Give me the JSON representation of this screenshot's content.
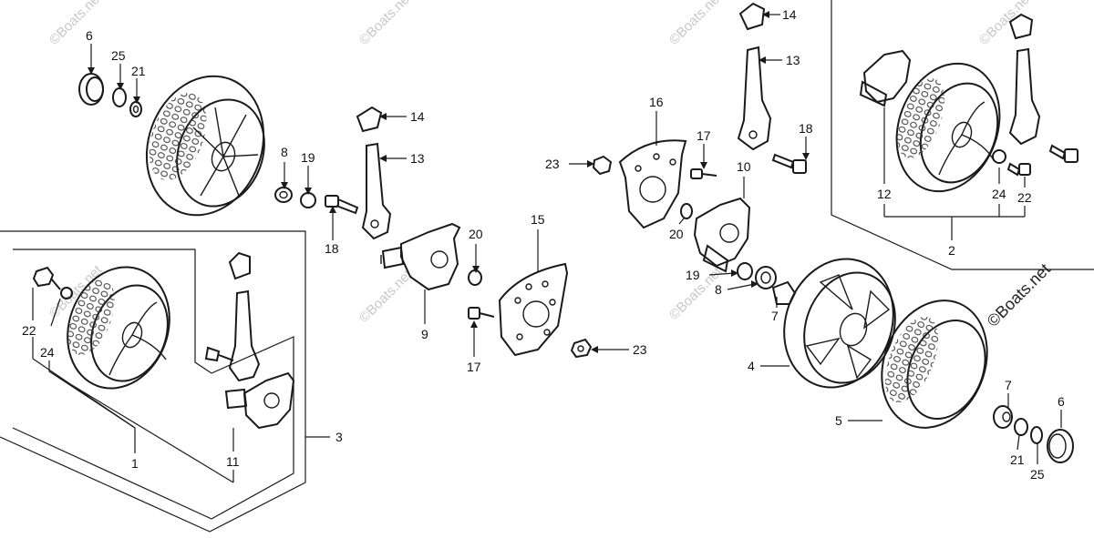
{
  "watermark": "©Boats.net",
  "callouts": {
    "n1": "1",
    "n2": "2",
    "n3": "3",
    "n4": "4",
    "n5": "5",
    "n6": "6",
    "n7": "7",
    "n8": "8",
    "n9": "9",
    "n10": "10",
    "n11": "11",
    "n12": "12",
    "n13": "13",
    "n14": "14",
    "n15": "15",
    "n16": "16",
    "n17": "17",
    "n18": "18",
    "n19": "19",
    "n20": "20",
    "n21": "21",
    "n22": "22",
    "n23": "23",
    "n24": "24",
    "n25": "25"
  }
}
